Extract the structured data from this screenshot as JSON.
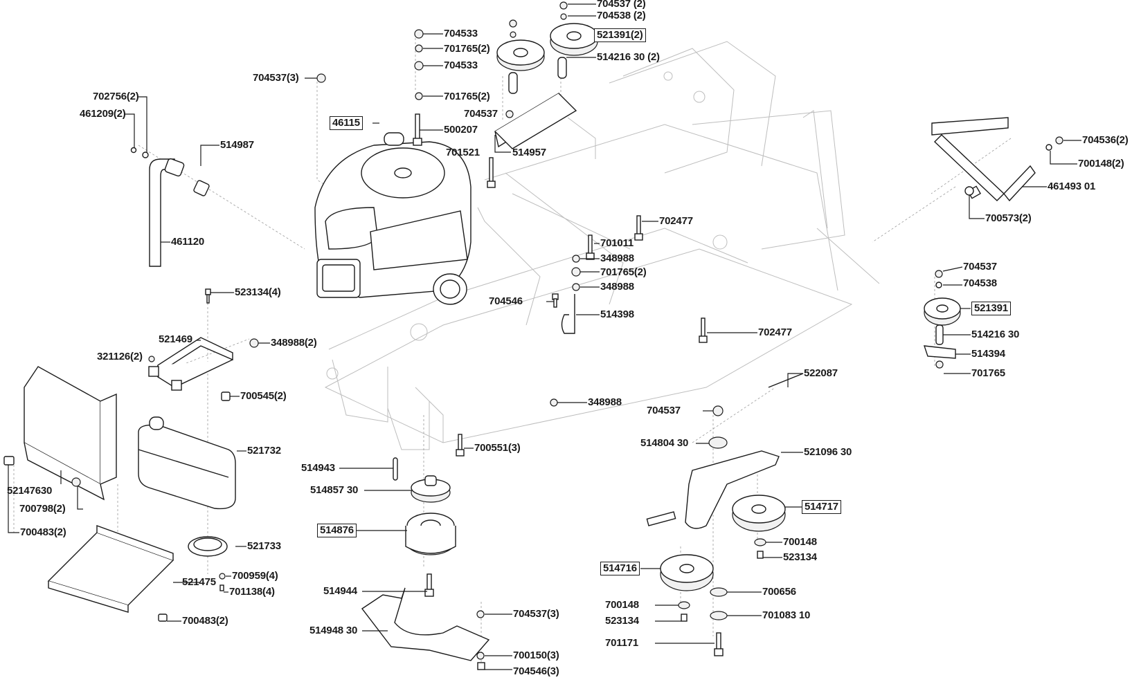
{
  "diagram": {
    "type": "exploded-parts-diagram",
    "subject": "Ride-on mower frame, engine and drive assembly",
    "callouts": [
      {
        "id": "c1",
        "text": "704537 (2)",
        "boxed": false
      },
      {
        "id": "c2",
        "text": "704538 (2)",
        "boxed": false
      },
      {
        "id": "c3",
        "text": "704533",
        "boxed": false
      },
      {
        "id": "c4",
        "text": "521391(2)",
        "boxed": true
      },
      {
        "id": "c5",
        "text": "701765(2)",
        "boxed": false
      },
      {
        "id": "c6",
        "text": "514216 30 (2)",
        "boxed": false
      },
      {
        "id": "c7",
        "text": "704533",
        "boxed": false
      },
      {
        "id": "c8",
        "text": "704537(3)",
        "boxed": false
      },
      {
        "id": "c9",
        "text": "701765(2)",
        "boxed": false
      },
      {
        "id": "c10",
        "text": "702756(2)",
        "boxed": false
      },
      {
        "id": "c11",
        "text": "704537",
        "boxed": false
      },
      {
        "id": "c12",
        "text": "461209(2)",
        "boxed": false
      },
      {
        "id": "c13",
        "text": "46115",
        "boxed": true
      },
      {
        "id": "c14",
        "text": "500207",
        "boxed": false
      },
      {
        "id": "c15",
        "text": "514987",
        "boxed": false
      },
      {
        "id": "c16",
        "text": "701521",
        "boxed": false
      },
      {
        "id": "c17",
        "text": "514957",
        "boxed": false
      },
      {
        "id": "c18",
        "text": "704536(2)",
        "boxed": false
      },
      {
        "id": "c19",
        "text": "700148(2)",
        "boxed": false
      },
      {
        "id": "c20",
        "text": "461493 01",
        "boxed": false
      },
      {
        "id": "c21",
        "text": "700573(2)",
        "boxed": false
      },
      {
        "id": "c22",
        "text": "702477",
        "boxed": false
      },
      {
        "id": "c23",
        "text": "461120",
        "boxed": false
      },
      {
        "id": "c24",
        "text": "701011",
        "boxed": false
      },
      {
        "id": "c25",
        "text": "348988",
        "boxed": false
      },
      {
        "id": "c26",
        "text": "701765(2)",
        "boxed": false
      },
      {
        "id": "c27",
        "text": "704537",
        "boxed": false
      },
      {
        "id": "c28",
        "text": "704538",
        "boxed": false
      },
      {
        "id": "c29",
        "text": "523134(4)",
        "boxed": false
      },
      {
        "id": "c30",
        "text": "348988",
        "boxed": false
      },
      {
        "id": "c31",
        "text": "521391",
        "boxed": true
      },
      {
        "id": "c32",
        "text": "704546",
        "boxed": false
      },
      {
        "id": "c33",
        "text": "514398",
        "boxed": false
      },
      {
        "id": "c34",
        "text": "702477",
        "boxed": false
      },
      {
        "id": "c35",
        "text": "514216 30",
        "boxed": false
      },
      {
        "id": "c36",
        "text": "521469",
        "boxed": false
      },
      {
        "id": "c37",
        "text": "348988(2)",
        "boxed": false
      },
      {
        "id": "c38",
        "text": "514394",
        "boxed": false
      },
      {
        "id": "c39",
        "text": "321126(2)",
        "boxed": false
      },
      {
        "id": "c40",
        "text": "701765",
        "boxed": false
      },
      {
        "id": "c41",
        "text": "522087",
        "boxed": false
      },
      {
        "id": "c42",
        "text": "700545(2)",
        "boxed": false
      },
      {
        "id": "c43",
        "text": "348988",
        "boxed": false
      },
      {
        "id": "c44",
        "text": "704537",
        "boxed": false
      },
      {
        "id": "c45",
        "text": "700551(3)",
        "boxed": false
      },
      {
        "id": "c46",
        "text": "514804 30",
        "boxed": false
      },
      {
        "id": "c47",
        "text": "521732",
        "boxed": false
      },
      {
        "id": "c48",
        "text": "514943",
        "boxed": false
      },
      {
        "id": "c49",
        "text": "521096 30",
        "boxed": false
      },
      {
        "id": "c50",
        "text": "52147630",
        "boxed": false
      },
      {
        "id": "c51",
        "text": "514857 30",
        "boxed": false
      },
      {
        "id": "c52",
        "text": "700798(2)",
        "boxed": false
      },
      {
        "id": "c53",
        "text": "514717",
        "boxed": true
      },
      {
        "id": "c54",
        "text": "700483(2)",
        "boxed": false
      },
      {
        "id": "c55",
        "text": "514876",
        "boxed": true
      },
      {
        "id": "c56",
        "text": "700148",
        "boxed": false
      },
      {
        "id": "c57",
        "text": "521733",
        "boxed": false
      },
      {
        "id": "c58",
        "text": "523134",
        "boxed": false
      },
      {
        "id": "c59",
        "text": "700959(4)",
        "boxed": false
      },
      {
        "id": "c60",
        "text": "514716",
        "boxed": true
      },
      {
        "id": "c61",
        "text": "521475",
        "boxed": false
      },
      {
        "id": "c62",
        "text": "701138(4)",
        "boxed": false
      },
      {
        "id": "c63",
        "text": "514944",
        "boxed": false
      },
      {
        "id": "c64",
        "text": "700656",
        "boxed": false
      },
      {
        "id": "c65",
        "text": "700148",
        "boxed": false
      },
      {
        "id": "c66",
        "text": "704537(3)",
        "boxed": false
      },
      {
        "id": "c67",
        "text": "514948 30",
        "boxed": false
      },
      {
        "id": "c68",
        "text": "523134",
        "boxed": false
      },
      {
        "id": "c69",
        "text": "701083 10",
        "boxed": false
      },
      {
        "id": "c70",
        "text": "700483(2)",
        "boxed": false
      },
      {
        "id": "c71",
        "text": "700150(3)",
        "boxed": false
      },
      {
        "id": "c72",
        "text": "701171",
        "boxed": false
      },
      {
        "id": "c73",
        "text": "704546(3)",
        "boxed": false
      }
    ]
  }
}
